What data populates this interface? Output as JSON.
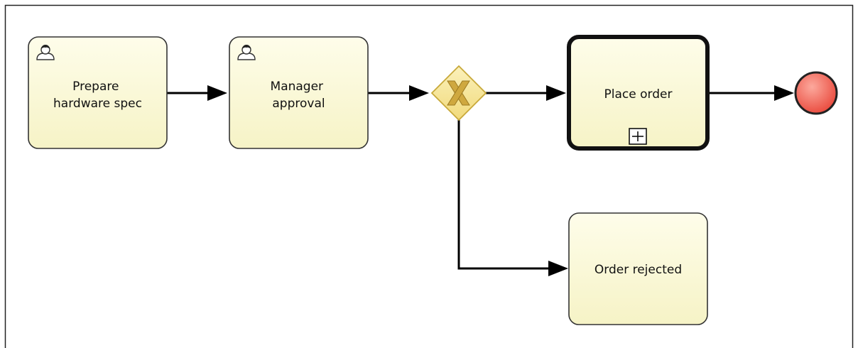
{
  "diagram": {
    "tasks": [
      {
        "id": "prepare",
        "lines": [
          "Prepare",
          "hardware spec"
        ],
        "type": "user-task"
      },
      {
        "id": "approval",
        "lines": [
          "Manager",
          "approval"
        ],
        "type": "user-task"
      },
      {
        "id": "place",
        "lines": [
          "Place order"
        ],
        "type": "collapsed-subprocess"
      },
      {
        "id": "rejected",
        "lines": [
          "Order rejected"
        ],
        "type": "task"
      }
    ],
    "gateway": {
      "type": "exclusive",
      "marker": "X"
    },
    "end_event": {
      "type": "end"
    },
    "colors": {
      "task_fill": "#fbfad8",
      "task_stroke": "#333333",
      "gateway_fill": "#f6e79e",
      "gateway_stroke": "#c8a93a",
      "gateway_marker": "#c9a43d",
      "end_fill": "#f26b5b",
      "end_stroke": "#222222",
      "flow": "#000000"
    }
  }
}
